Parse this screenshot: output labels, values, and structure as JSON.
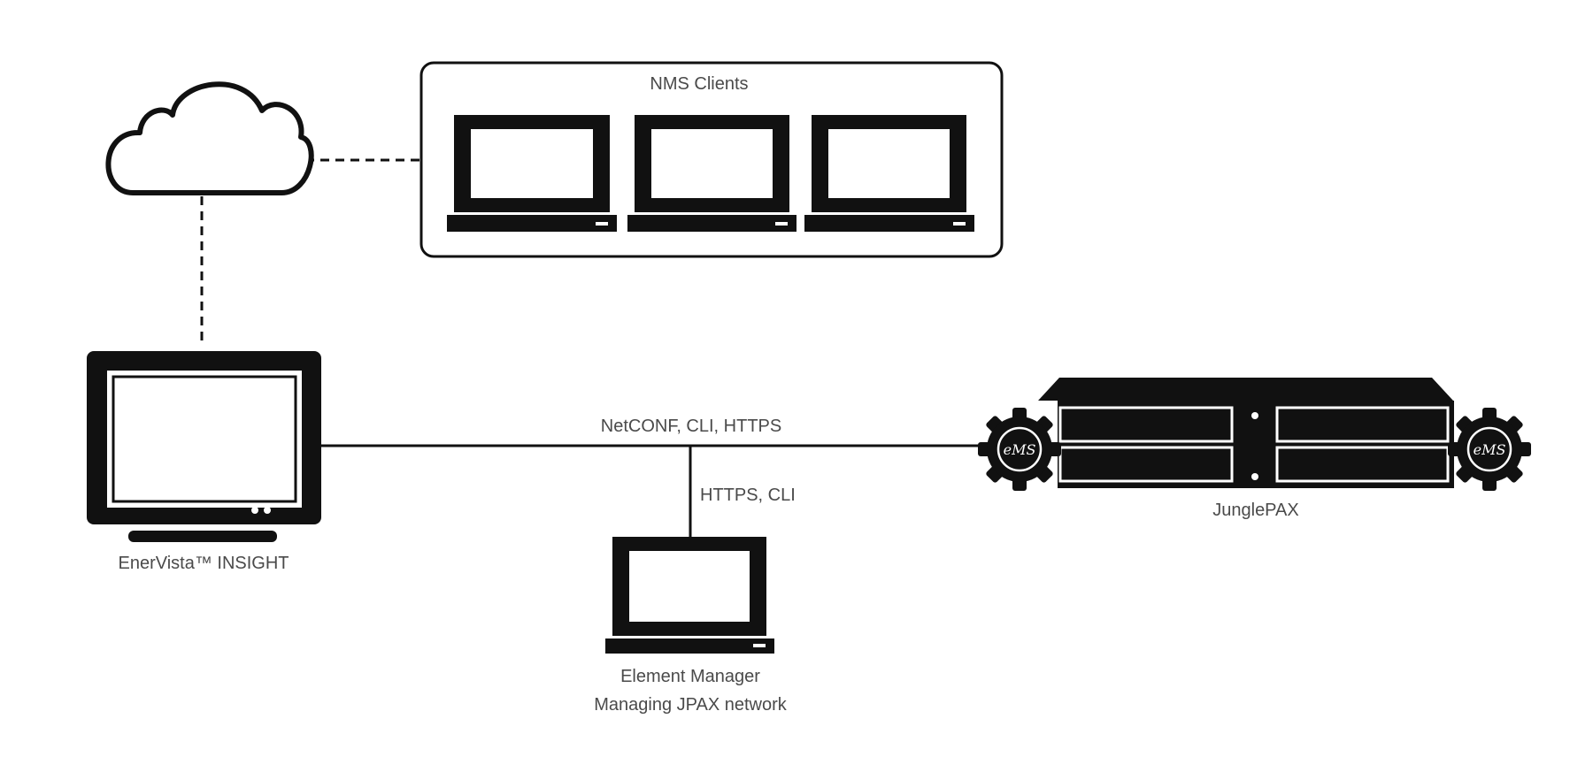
{
  "nodes": {
    "cloud": {
      "icon": "cloud-icon"
    },
    "nms_clients": {
      "label": "NMS Clients",
      "icon": "laptop-icon",
      "count": 3
    },
    "enervista": {
      "label": "EnerVista™ INSIGHT",
      "icon": "monitor-icon"
    },
    "element_manager": {
      "label_line1": "Element Manager",
      "label_line2": "Managing JPAX network",
      "icon": "laptop-icon"
    },
    "junglepax": {
      "label": "JunglePAX",
      "icon": "rack-server-icon",
      "badge_text": "eMS",
      "badge_icon": "gear-icon"
    }
  },
  "links": {
    "main": {
      "label": "NetCONF, CLI, HTTPS",
      "style": "solid"
    },
    "element_manager": {
      "label": "HTTPS, CLI",
      "style": "solid"
    },
    "cloud_to_nms": {
      "style": "dashed"
    },
    "cloud_to_enervista": {
      "style": "dashed"
    }
  },
  "colors": {
    "stroke": "#111111",
    "fill": "#111111",
    "text": "#4a4a4a",
    "background": "#ffffff"
  }
}
